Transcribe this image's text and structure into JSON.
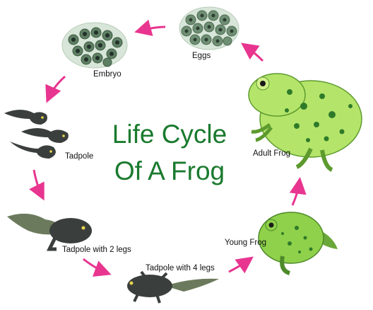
{
  "title": {
    "line1": "Life Cycle",
    "line2": "Of A Frog"
  },
  "stages": [
    {
      "id": "eggs",
      "label": "Eggs"
    },
    {
      "id": "adult-frog",
      "label": "Adult Frog"
    },
    {
      "id": "young-frog",
      "label": "Young Frog"
    },
    {
      "id": "tadpole-4-legs",
      "label": "Tadpole with 4 legs"
    },
    {
      "id": "tadpole-2-legs",
      "label": "Tadpole with 2 legs"
    },
    {
      "id": "tadpole",
      "label": "Tadpole"
    },
    {
      "id": "embryo",
      "label": "Embryo"
    }
  ],
  "colors": {
    "title": "#1a7a2e",
    "arrow": "#e8358f",
    "frog_green": "#8fd14a",
    "frog_spots": "#2f7a2a",
    "tadpole": "#3a3f3d",
    "egg": "#6f8f74"
  }
}
